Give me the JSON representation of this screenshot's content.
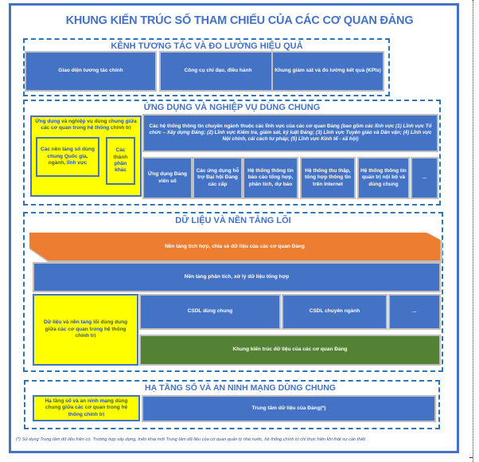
{
  "title": "KHUNG KIẾN TRÚC SỐ THAM CHIẾU CỦA CÁC CƠ QUAN ĐẢNG",
  "colors": {
    "primary_blue": "#4472c4",
    "dashed_border": "#2e75b6",
    "yellow": "#ffff00",
    "orange": "#ed7d31",
    "green": "#548235",
    "text_dark_blue": "#2f5597"
  },
  "sections": {
    "channels": {
      "title": "KÊNH TƯƠNG TÁC VÀ ĐO LƯỜNG HIỆU QUẢ",
      "boxes": [
        "Giao diện tương tác chính",
        "Công cụ chỉ đạo, điều hành",
        "Khung giám sát và đo lường kết quả (KPIs)"
      ]
    },
    "applications": {
      "title": "ỨNG DỤNG VÀ NGHIỆP VỤ DÙNG CHUNG",
      "shared_box": {
        "title": "Ứng dụng và nghiệp vụ dùng chung giữa các cơ quan trong hệ thống chính trị",
        "inner_left": "Các nền tảng số dùng chung Quốc gia, ngành, lĩnh vực",
        "inner_right": "Các thành phần khác"
      },
      "specialized": {
        "lead": "Các hệ thống thông tin chuyên ngành thuộc các lĩnh vực của các cơ quan Đảng",
        "detail": "(bao gồm các lĩnh vực (1) Lĩnh vực Tổ chức – Xây dựng Đảng; (2) Lĩnh vực Kiểm tra, giám sát, kỷ luật Đảng; (3) Lĩnh vực Tuyên giáo và Dân vận; (4) Lĩnh vực Nội chính, cải cách tư pháp; (5) Lĩnh vực Kinh tế - xã hội)"
      },
      "boxes": [
        "Ứng dụng Đảng viên số",
        "Các ứng dụng hỗ trợ Đại hội Đảng các cấp",
        "Hệ thống thông tin báo cáo tổng hợp, phân tích, dự báo",
        "Hệ thống thu thập, tổng hợp thông tin trên Internet",
        "Hệ thống thông tin quản trị nội bộ và dùng chung",
        "..."
      ]
    },
    "data": {
      "title": "DỮ LIỆU VÀ NỀN TẢNG LÕI",
      "integration_platform": "Nền tảng tích hợp, chia sẻ dữ liệu của các cơ quan Đảng",
      "analytics_platform": "Nền tảng phân tích, xử lý dữ liệu tổng hợp",
      "shared_box": "Dữ liệu và nền tảng lõi dùng dung giữa các cơ quan trong hệ thống chính trị",
      "databases": [
        "CSDL dùng chung",
        "CSDL chuyên ngành",
        "..."
      ],
      "data_architecture": "Khung kiến trúc dữ liệu của các cơ quan Đảng"
    },
    "infrastructure": {
      "title": "HẠ TẦNG SỐ VÀ AN NINH MẠNG DÙNG CHUNG",
      "shared_box": "Hạ tầng số và an ninh mạng dùng chung giữa các cơ quan trong hệ thống chính trị",
      "data_center": "Trung tâm dữ liệu của Đảng(*)"
    }
  },
  "footnote": "(*) Sử dụng Trung tâm dữ liệu hiện có. Trường hợp xây dựng, triển khai mới Trung tâm dữ liệu của cơ quan quản lý nhà nước, hệ thống chính trị chỉ thực hiện khi thật sự cần thiết"
}
